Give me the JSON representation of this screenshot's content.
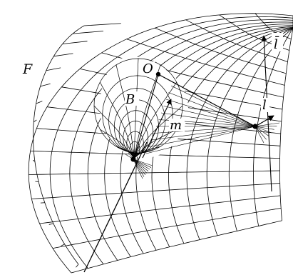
{
  "diagram": {
    "labels": {
      "F": "F",
      "O": "O",
      "B": "B",
      "m": "m",
      "l": "l",
      "l_bar": "l̄"
    },
    "colors": {
      "ink": "#000000",
      "background": "#ffffff"
    },
    "mesh": {
      "outer_surface_u_lines": 16,
      "outer_surface_v_lines": 13,
      "inner_surface_u_lines": 12,
      "inner_surface_v_lines": 8
    }
  }
}
